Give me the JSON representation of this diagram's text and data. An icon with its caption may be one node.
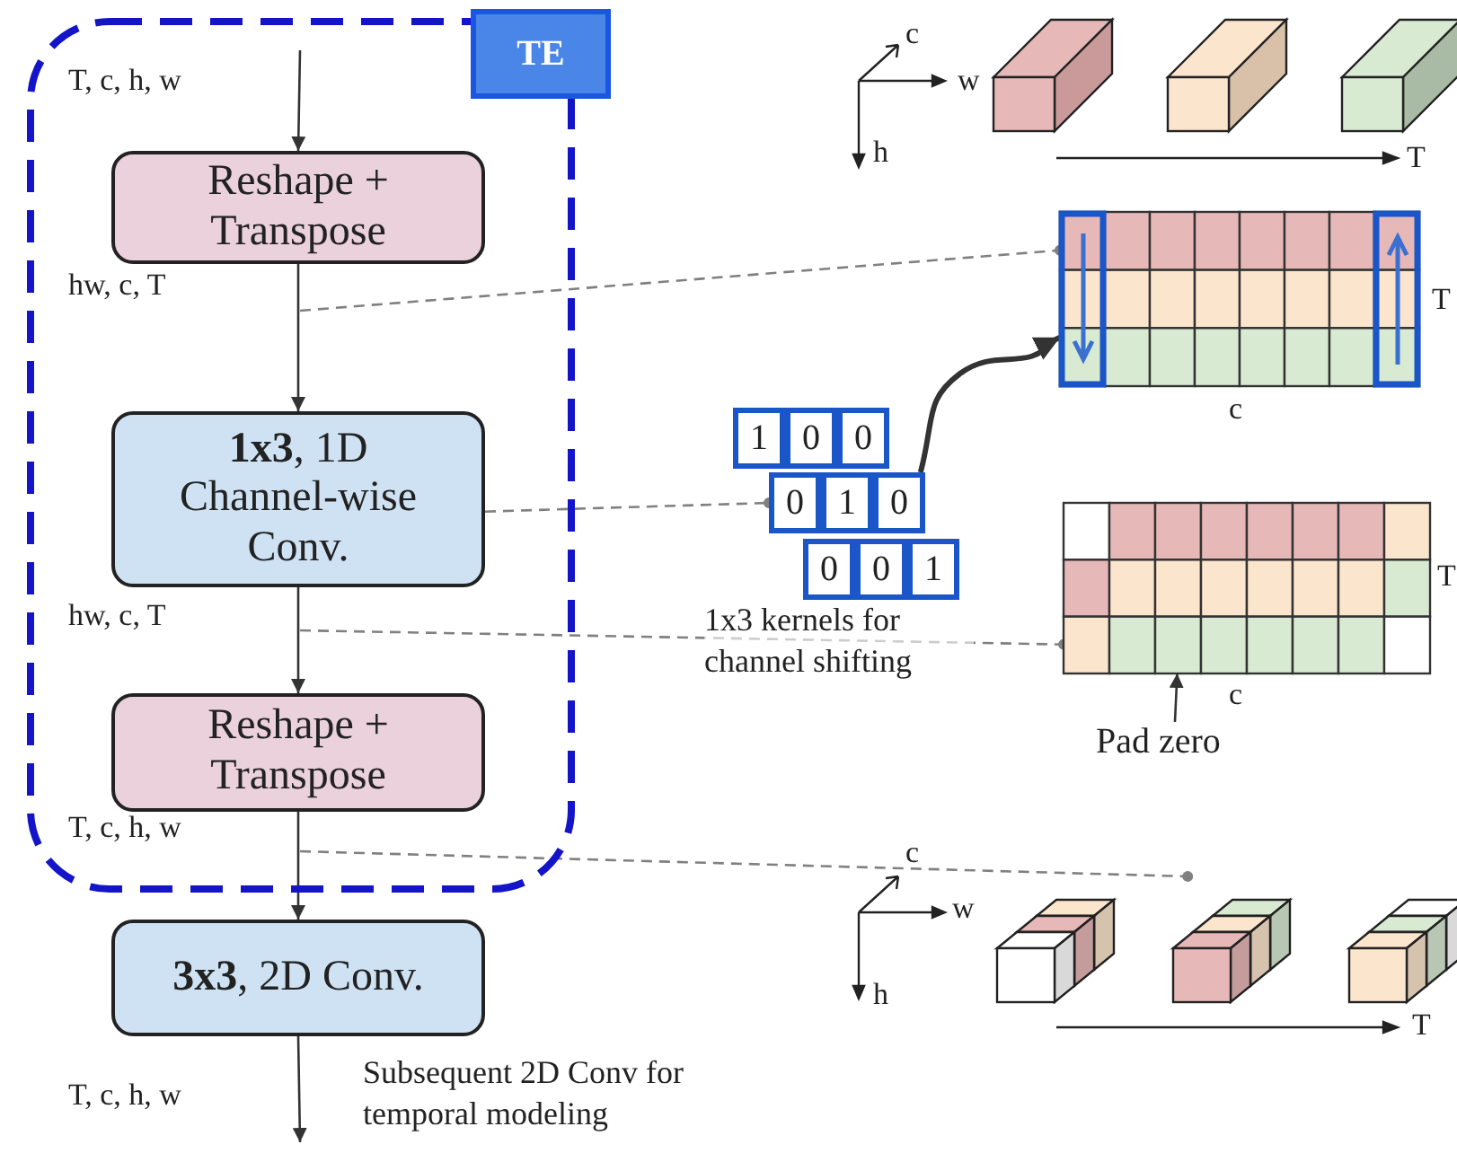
{
  "diagram": {
    "nodes": [
      {
        "text": [
          "TE"
        ]
      },
      {
        "text": [
          "Reshape + Transpose"
        ],
        "in": 0
      },
      {
        "text": [
          "**1x3**, 1D Channel-wise Conv."
        ],
        "in": 0
      },
      {
        "text": [
          "Reshape + Transpose"
        ],
        "in": 0
      },
      {
        "text": [
          "**3x3**, 2D Conv."
        ]
      },
      {
        "text": [],
        "shape": "picture",
        "beside": [
          "T",
          "c"
        ]
      },
      {
        "text": [
          "1",
          "0",
          "0"
        ]
      },
      {
        "text": [
          "0",
          "1",
          "0"
        ]
      },
      {
        "text": [
          "0",
          "0",
          "1"
        ]
      },
      {
        "text": [],
        "shape": "picture",
        "beside": [
          "T",
          "c"
        ]
      },
      {
        "text": [
          "Pad zero"
        ]
      },
      {
        "text": [],
        "shape": "picture"
      }
    ],
    "edges": [
      {
        "from": null,
        "to": 1,
        "arrow": "to"
      },
      {
        "from": 1,
        "to": 2,
        "arrow": "to"
      },
      {
        "from": 2,
        "to": 3,
        "arrow": "to"
      },
      {
        "from": 3,
        "to": 4,
        "arrow": "to"
      },
      {
        "from": 4,
        "to": null,
        "arrow": "to"
      },
      {
        "from": null,
        "to": 5,
        "arrow": "other",
        "style": "dashed",
        "color": "#808080"
      },
      {
        "from": 2,
        "to": 7,
        "arrow": "other",
        "style": "dashed",
        "color": "#808080"
      },
      {
        "from": null,
        "to": 9,
        "arrow": "other",
        "style": "dashed",
        "color": "#808080"
      },
      {
        "from": null,
        "to": 11,
        "arrow": "other",
        "style": "dashed",
        "color": "#808080"
      },
      {
        "from": 7,
        "to": 5,
        "arrow": "to",
        "style": "thick"
      },
      {
        "from": 10,
        "to": 9,
        "arrow": "to"
      }
    ],
    "labels": [
      "c",
      "w",
      "h",
      "T",
      "T, c, h, w",
      "hw, c, T",
      "1x3 kernels for channel shifting",
      "hw, c, T",
      "T, c, h, w",
      "c",
      "w",
      "h",
      "T",
      "T, c, h, w",
      "Subsequent 2D Conv for temporal modeling"
    ]
  }
}
